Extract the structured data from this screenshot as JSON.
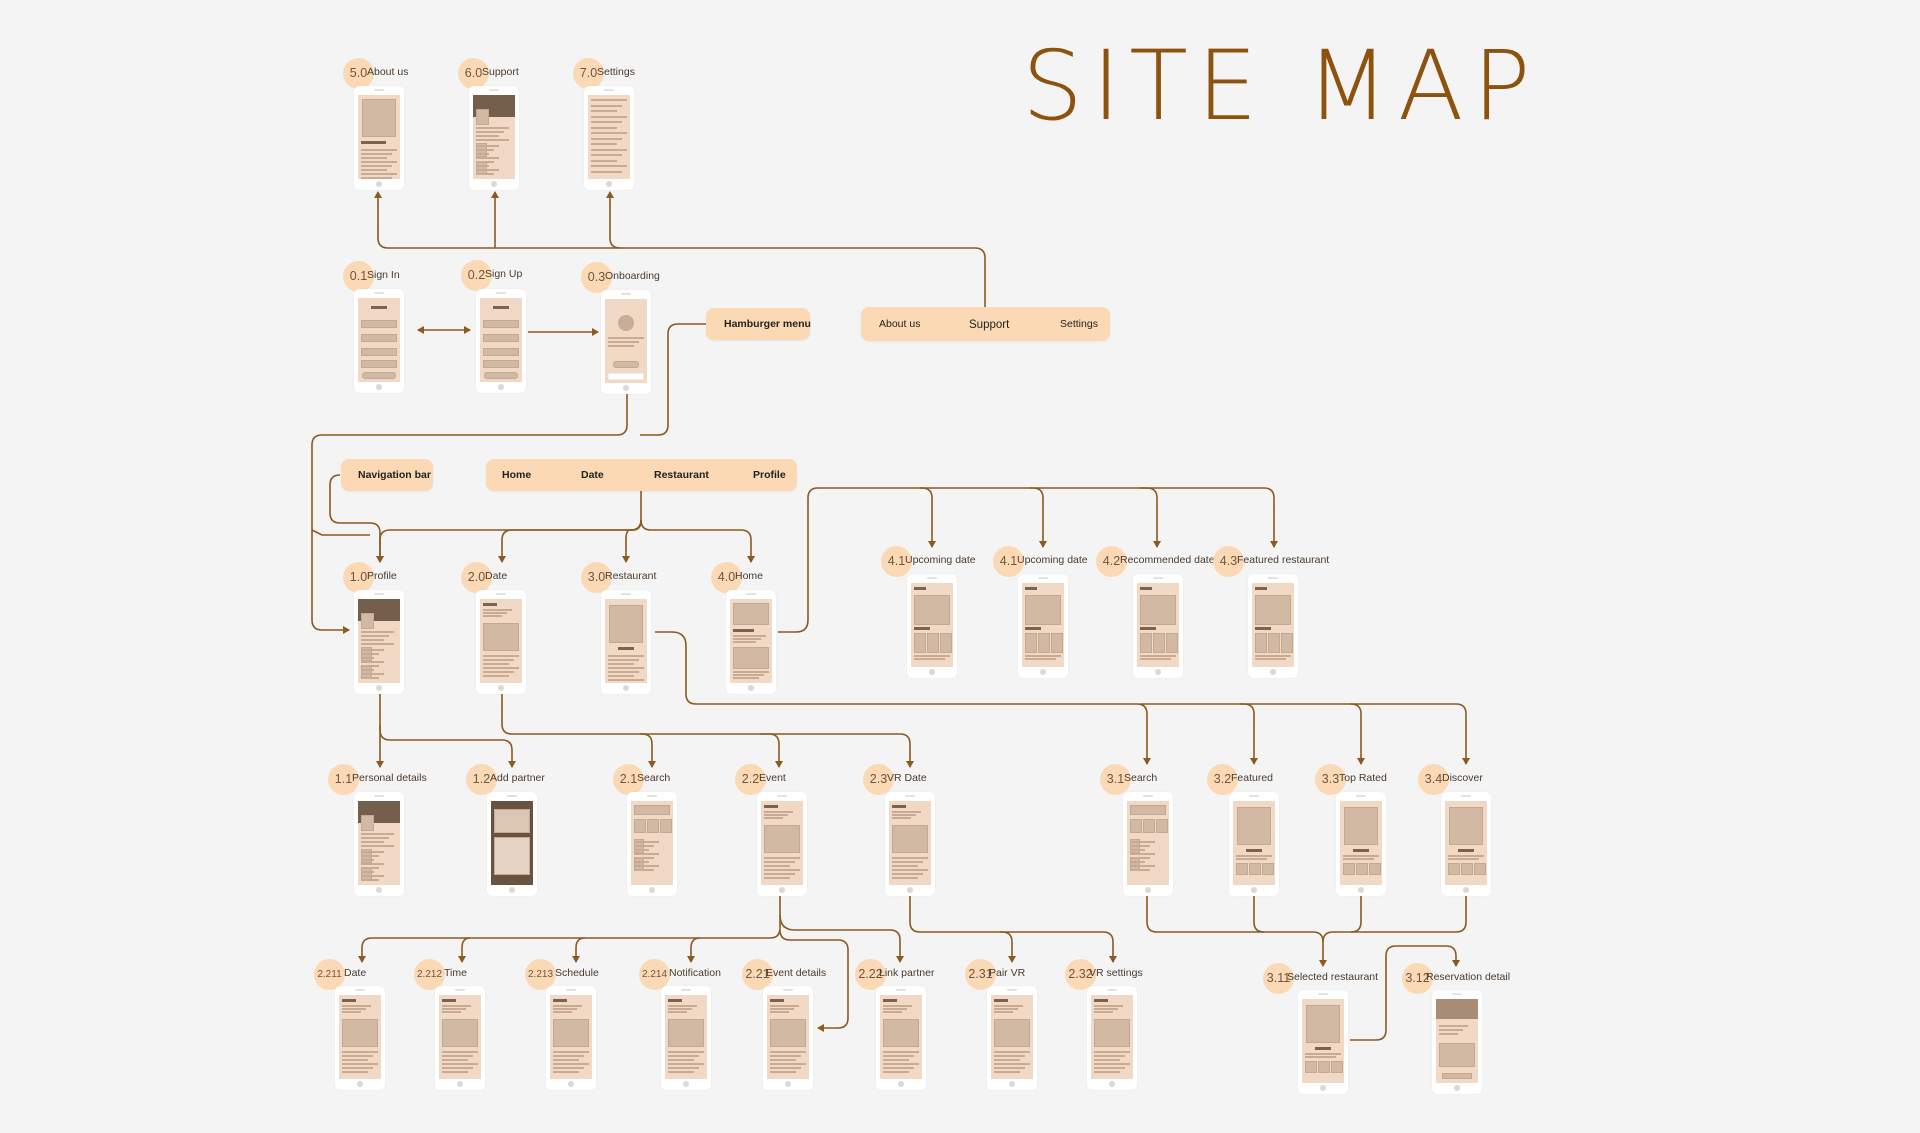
{
  "title": "SITE MAP",
  "colors": {
    "accent": "#8a5a21",
    "badge": "#fbd9b4",
    "screen": "#f1d9c6",
    "background": "#f4f4f4"
  },
  "menus": {
    "hamburger": {
      "label": "Hamburger menu",
      "items": [
        "About us",
        "Support",
        "Settings"
      ]
    },
    "navigation": {
      "label": "Navigation bar",
      "items": [
        "Home",
        "Date",
        "Restaurant",
        "Profile"
      ]
    }
  },
  "nodes": [
    {
      "id": "5.0",
      "label": "About us",
      "variant": "about"
    },
    {
      "id": "6.0",
      "label": "Support",
      "variant": "profile"
    },
    {
      "id": "7.0",
      "label": "Settings",
      "variant": "settings"
    },
    {
      "id": "0.1",
      "label": "Sign In",
      "variant": "form"
    },
    {
      "id": "0.2",
      "label": "Sign Up",
      "variant": "form"
    },
    {
      "id": "0.3",
      "label": "Onboarding",
      "variant": "onboard"
    },
    {
      "id": "1.0",
      "label": "Profile",
      "variant": "profile"
    },
    {
      "id": "2.0",
      "label": "Date",
      "variant": "list"
    },
    {
      "id": "3.0",
      "label": "Restaurant",
      "variant": "hero"
    },
    {
      "id": "4.0",
      "label": "Home",
      "variant": "home"
    },
    {
      "id": "4.1",
      "label": "Upcoming date",
      "variant": "grid"
    },
    {
      "id": "4.1",
      "label": "Upcoming date",
      "variant": "grid"
    },
    {
      "id": "4.2",
      "label": "Recommended  date",
      "variant": "grid"
    },
    {
      "id": "4.3",
      "label": "Featured restaurant",
      "variant": "grid"
    },
    {
      "id": "1.1",
      "label": "Personal details",
      "variant": "profile"
    },
    {
      "id": "1.2",
      "label": "Add partner",
      "variant": "dark"
    },
    {
      "id": "2.1",
      "label": "Search",
      "variant": "search"
    },
    {
      "id": "2.2",
      "label": "Event",
      "variant": "list"
    },
    {
      "id": "2.3",
      "label": "VR Date",
      "variant": "list"
    },
    {
      "id": "3.1",
      "label": "Search",
      "variant": "search"
    },
    {
      "id": "3.2",
      "label": "Featured",
      "variant": "feature"
    },
    {
      "id": "3.3",
      "label": "Top Rated",
      "variant": "feature"
    },
    {
      "id": "3.4",
      "label": "Discover",
      "variant": "feature"
    },
    {
      "id": "2.211",
      "label": "Date",
      "variant": "list"
    },
    {
      "id": "2.212",
      "label": "Time",
      "variant": "list"
    },
    {
      "id": "2.213",
      "label": "Schedule",
      "variant": "list"
    },
    {
      "id": "2.214",
      "label": "Notification",
      "variant": "list"
    },
    {
      "id": "2.21",
      "label": "Event details",
      "variant": "list"
    },
    {
      "id": "2.22",
      "label": "Link partner",
      "variant": "list"
    },
    {
      "id": "2.31",
      "label": "Pair VR",
      "variant": "list"
    },
    {
      "id": "2.32",
      "label": "VR settings",
      "variant": "list"
    },
    {
      "id": "3.11",
      "label": "Selected restaurant",
      "variant": "feature"
    },
    {
      "id": "3.12",
      "label": "Reservation detail",
      "variant": "reserve"
    }
  ]
}
